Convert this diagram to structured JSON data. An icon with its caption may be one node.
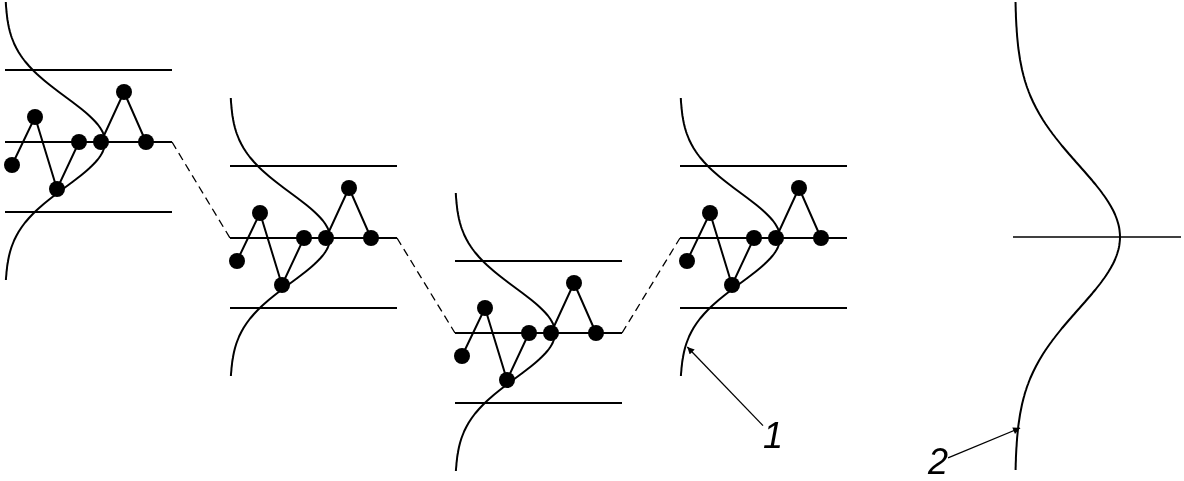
{
  "diagram": {
    "nodes": [
      {
        "text": [
          "1"
        ]
      },
      {
        "text": [],
        "shape": "curve"
      },
      {
        "text": [
          "2"
        ]
      },
      {
        "text": [],
        "shape": "curve"
      }
    ],
    "edges": [
      {
        "from": 0,
        "to": 1,
        "arrow": "to"
      },
      {
        "from": 2,
        "to": 3,
        "arrow": "to"
      }
    ]
  }
}
